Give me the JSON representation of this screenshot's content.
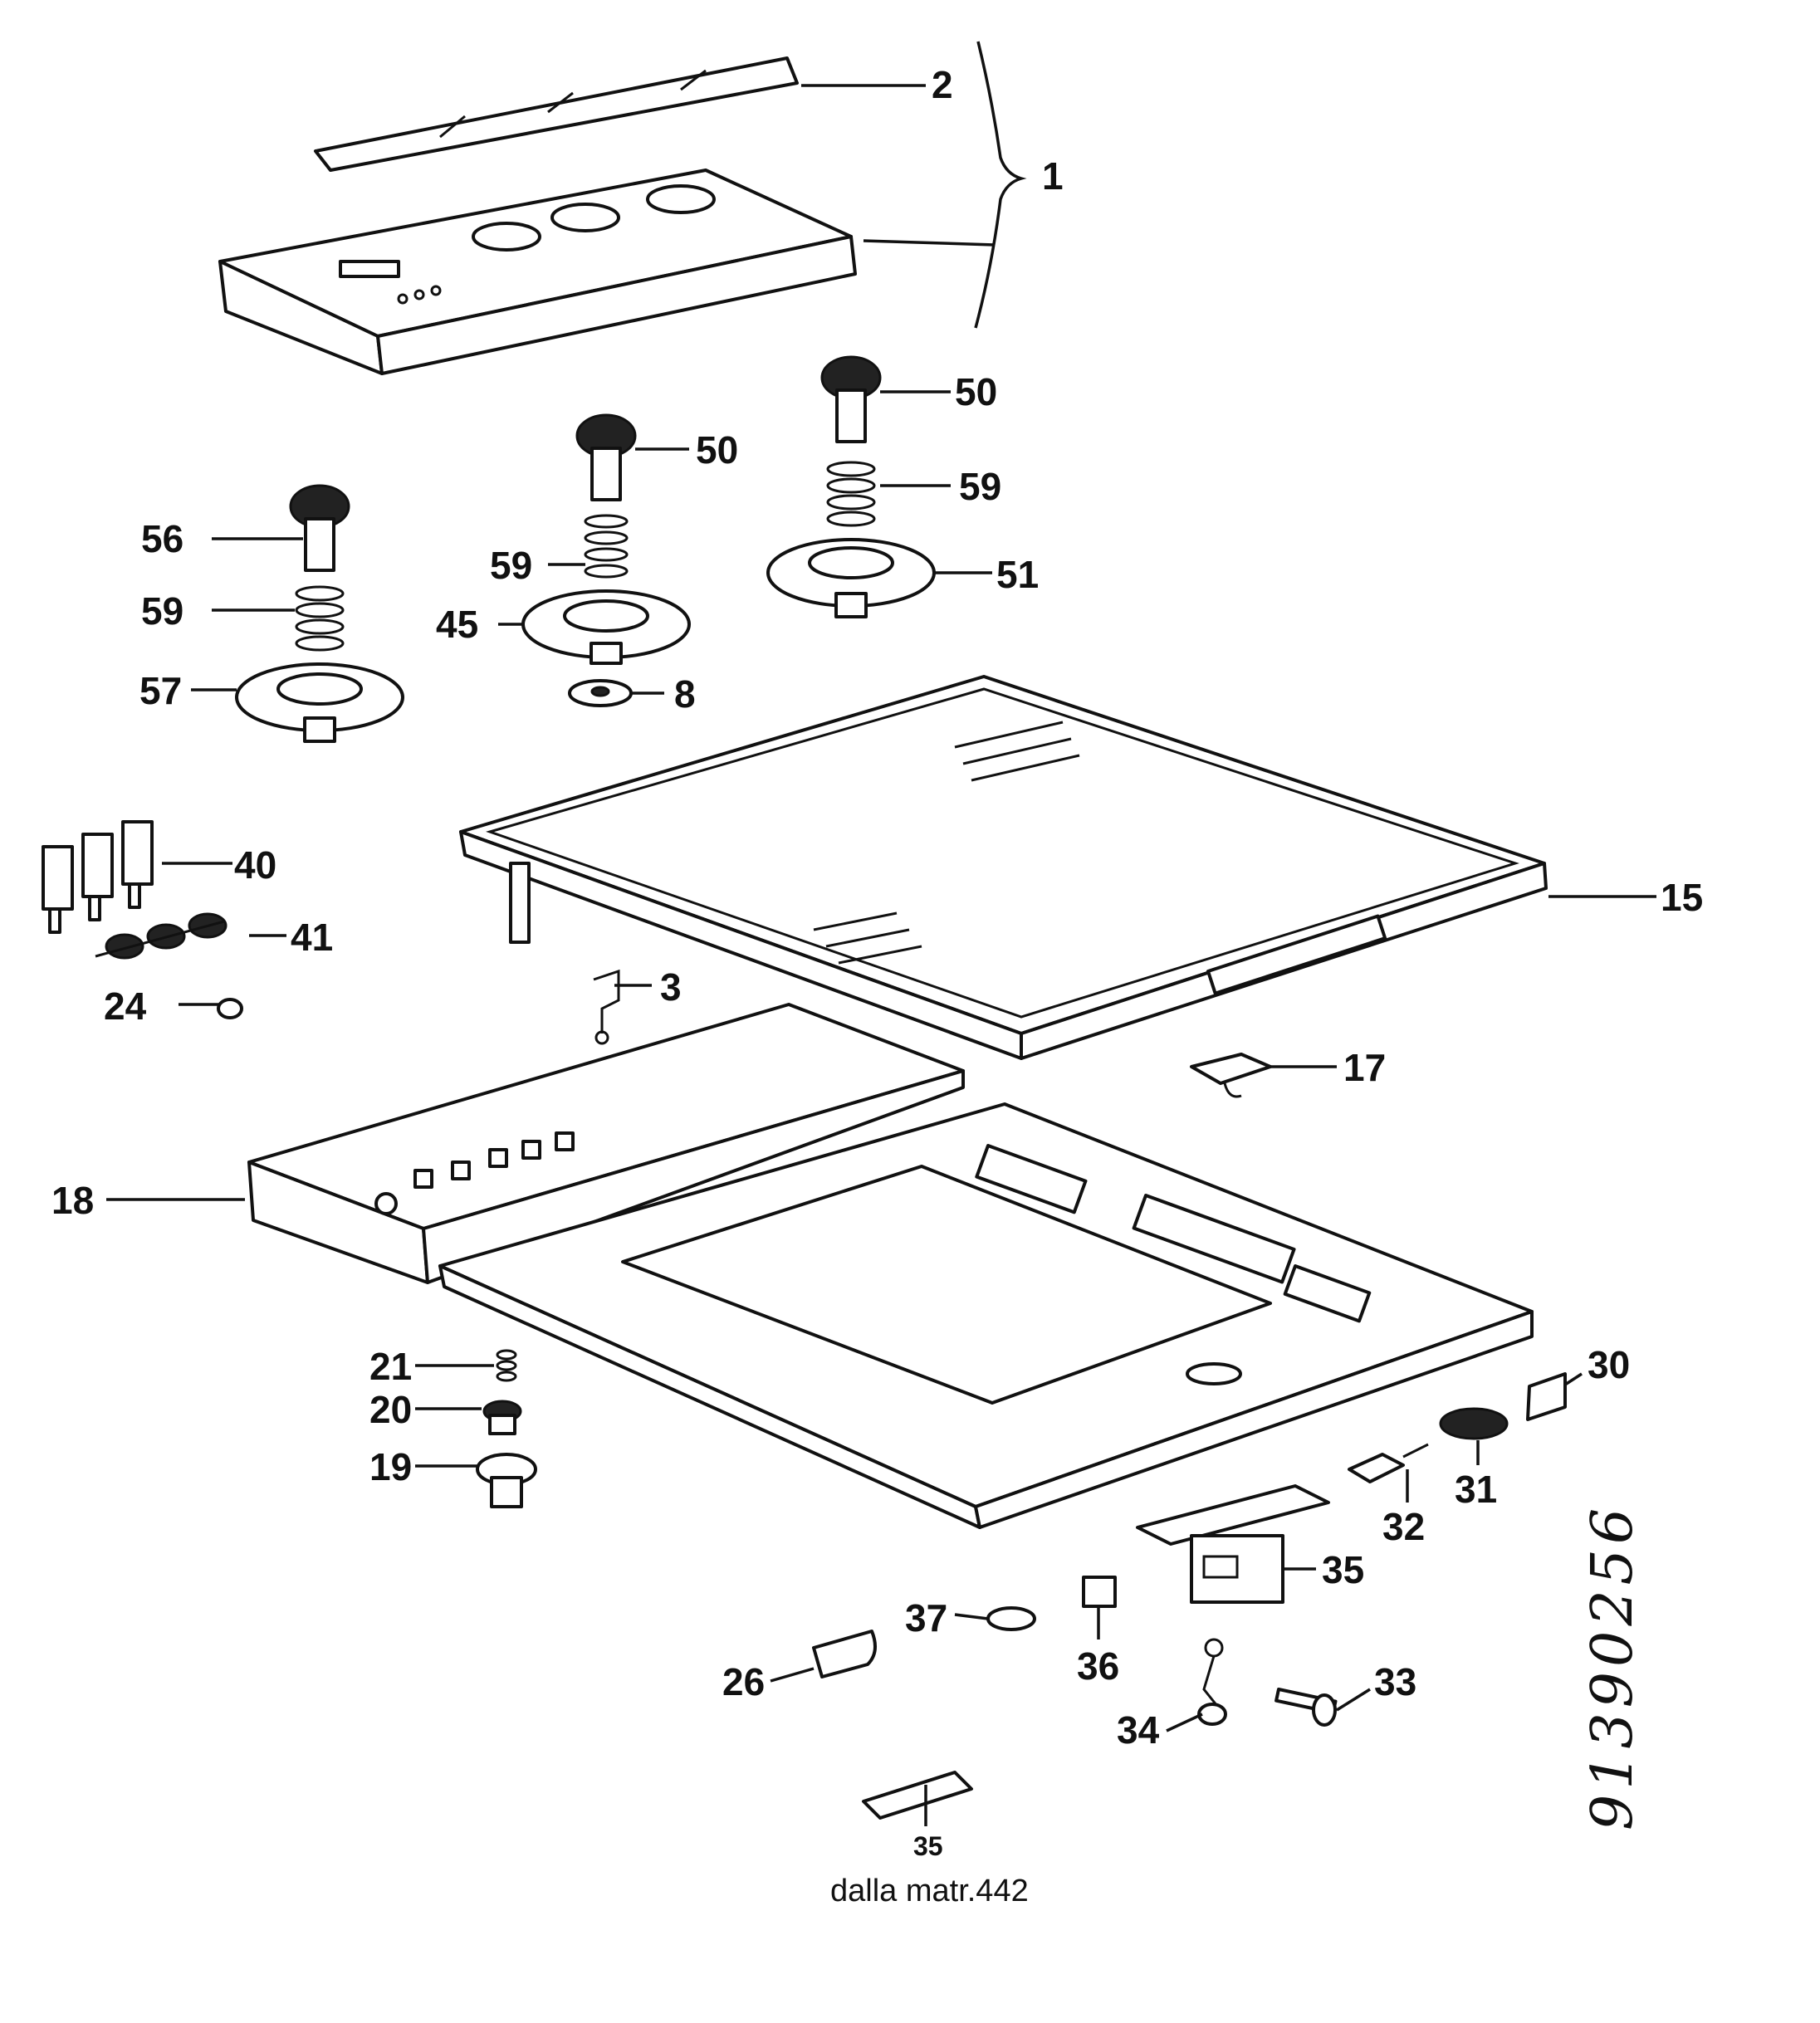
{
  "labels": {
    "p1": "1",
    "p2": "2",
    "p3": "3",
    "p8": "8",
    "p15": "15",
    "p17": "17",
    "p18": "18",
    "p19": "19",
    "p20": "20",
    "p21": "21",
    "p24": "24",
    "p26": "26",
    "p30": "30",
    "p31": "31",
    "p32": "32",
    "p33": "33",
    "p34": "34",
    "p35a": "35",
    "p35b": "35",
    "p36": "36",
    "p37": "37",
    "p40": "40",
    "p41": "41",
    "p45": "45",
    "p50a": "50",
    "p50b": "50",
    "p51": "51",
    "p56": "56",
    "p57": "57",
    "p59a": "59",
    "p59b": "59",
    "p59c": "59"
  },
  "note": "dalla matr.442",
  "drawing_number": "91390256"
}
